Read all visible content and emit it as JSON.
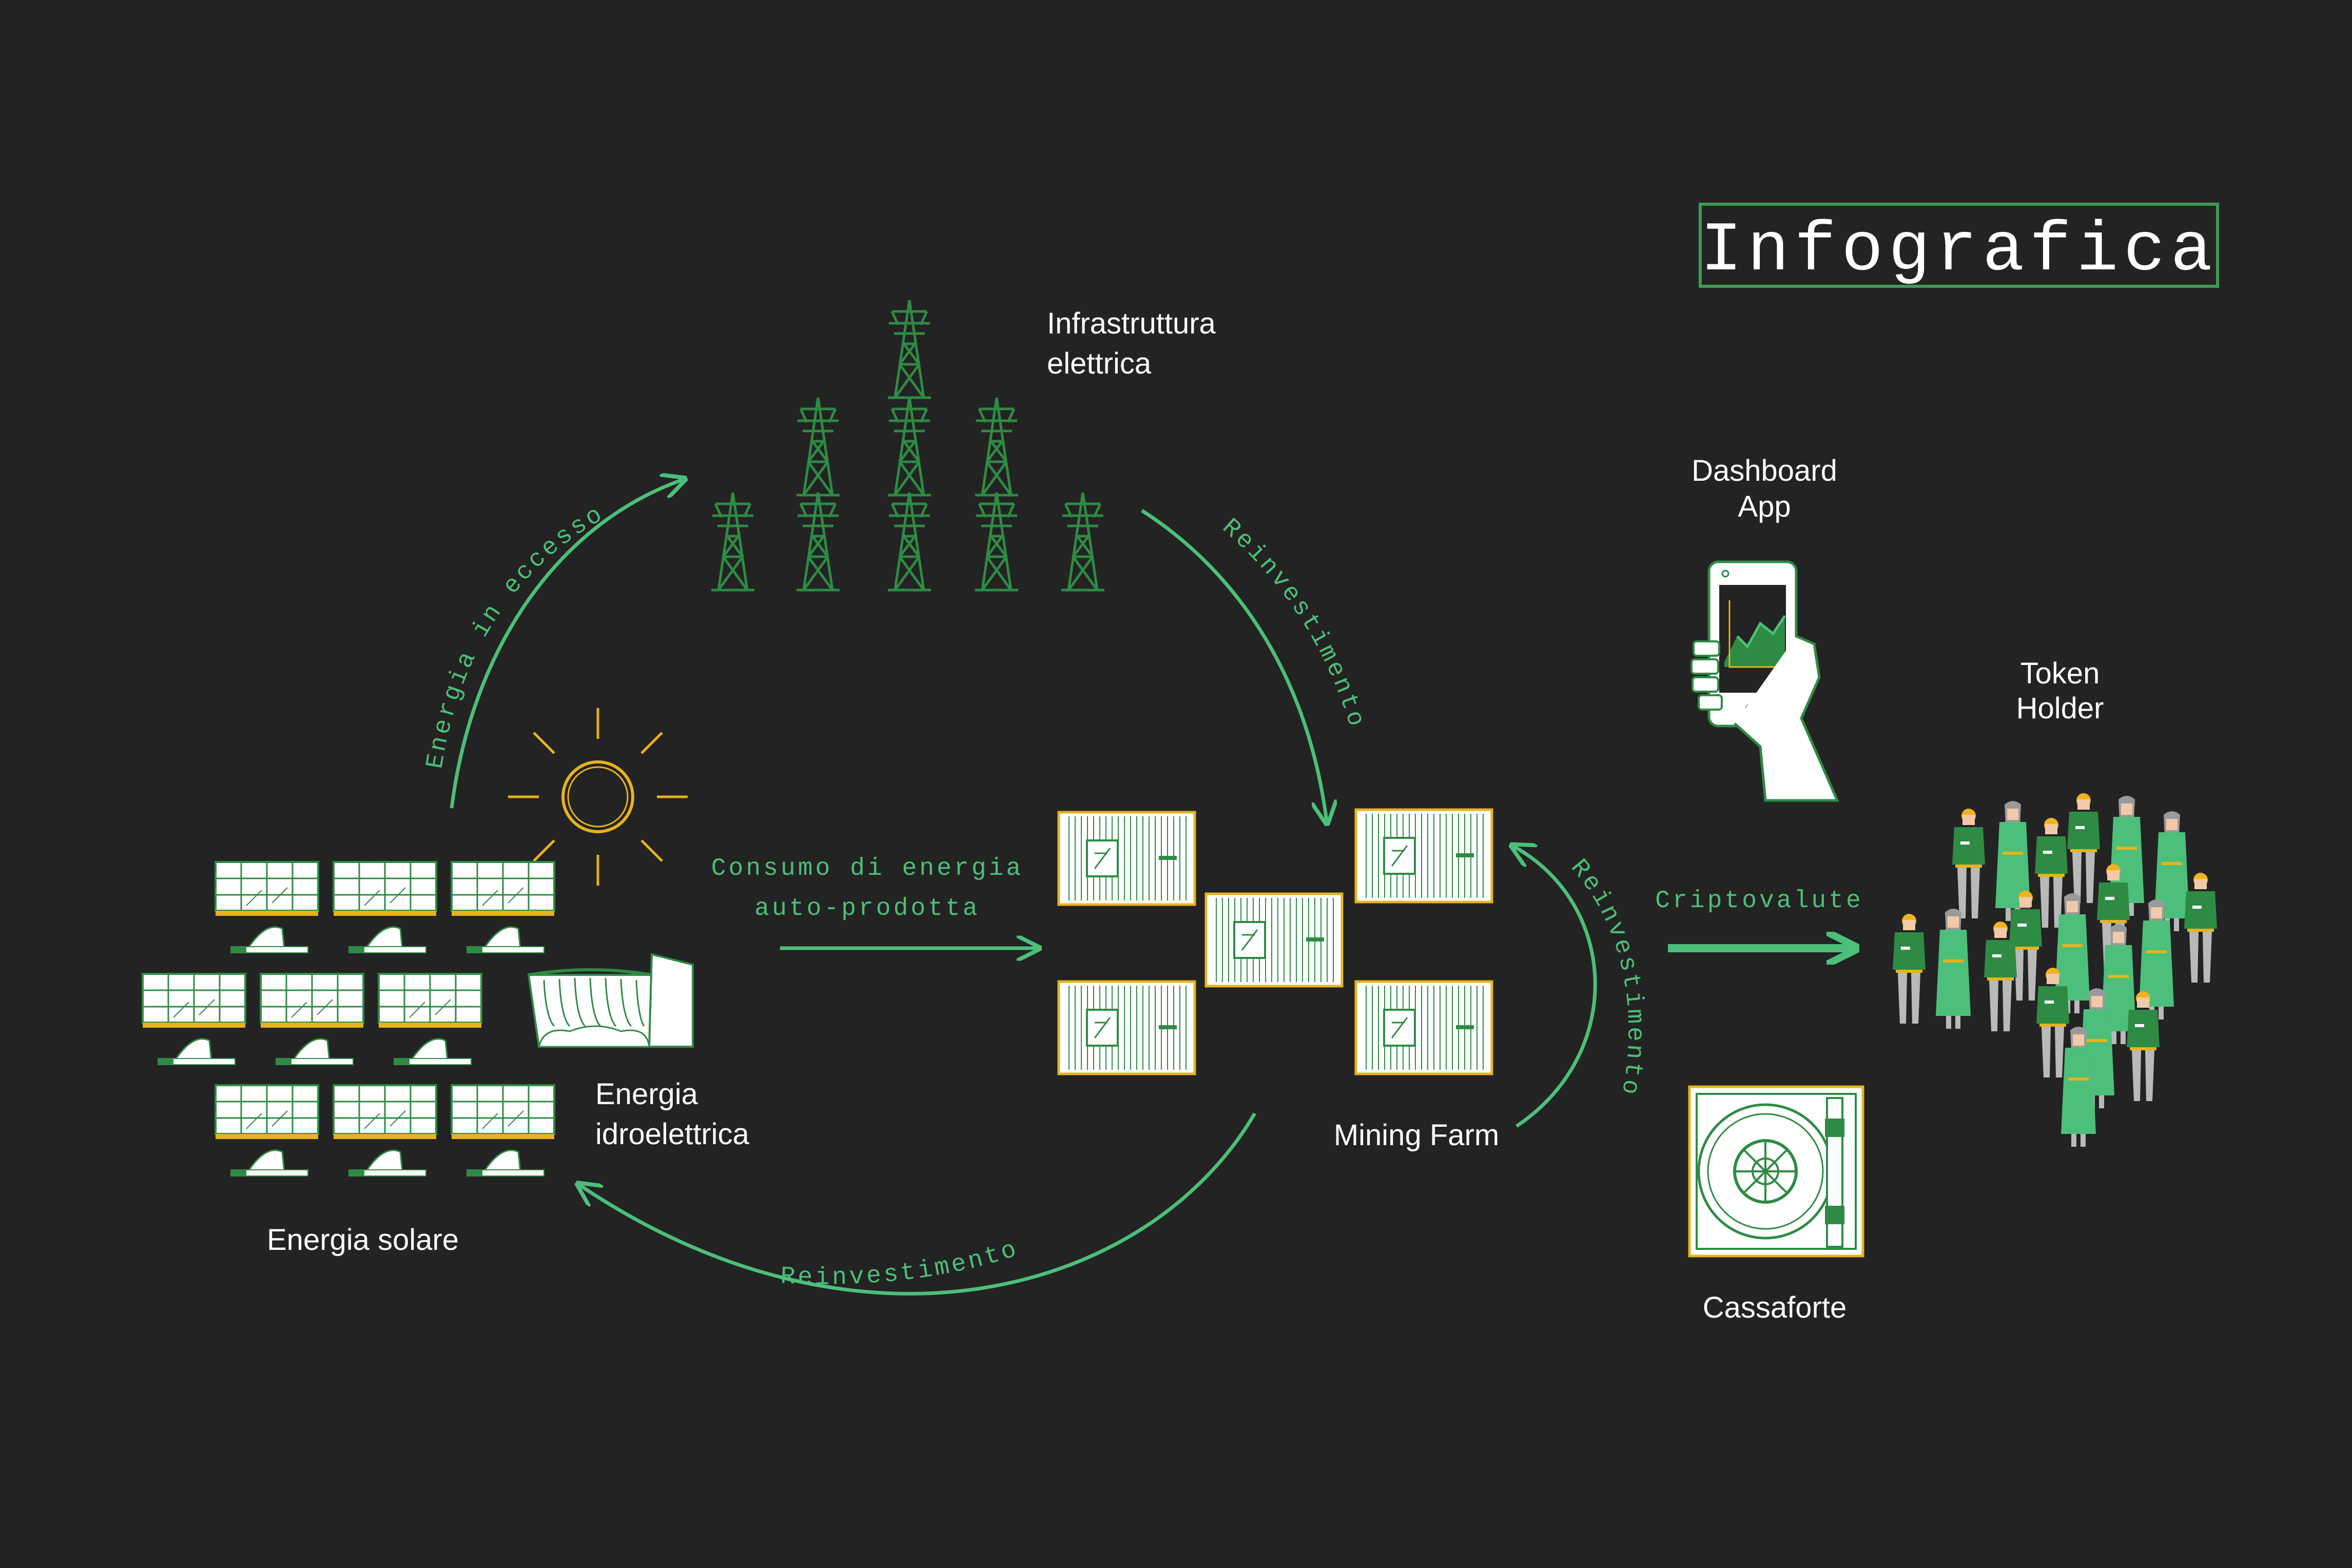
{
  "title": "Infografica",
  "colors": {
    "background": "#232323",
    "accent_green": "#4cbf7a",
    "dark_green": "#2e8b44",
    "solar_yellow": "#e6b31e",
    "white": "#ffffff"
  },
  "nodes": {
    "infrastructure": "Infrastruttura\nelettrica",
    "dashboard": "Dashboard\nApp",
    "token_holder": "Token\nHolder",
    "hydro": "Energia\nidroelettrica",
    "solar": "Energia solare",
    "mining_farm": "Mining Farm",
    "vault": "Cassaforte"
  },
  "edges": {
    "excess_energy": "Energia in eccesso",
    "reinvest_top": "Reinvestimento",
    "self_consumption": "Consumo di energia\nauto-prodotta",
    "reinvest_bottom": "Reinvestimento",
    "reinvest_right": "Reinvestimento",
    "crypto": "Criptovalute"
  },
  "icons": {
    "towers": "power-pylon-icon",
    "solar_panels": "solar-panel-icon",
    "sun": "sun-icon",
    "dam": "hydro-dam-icon",
    "containers": "mining-container-icon",
    "phone": "smartphone-hand-icon",
    "vault": "vault-icon",
    "people": "person-icon"
  }
}
